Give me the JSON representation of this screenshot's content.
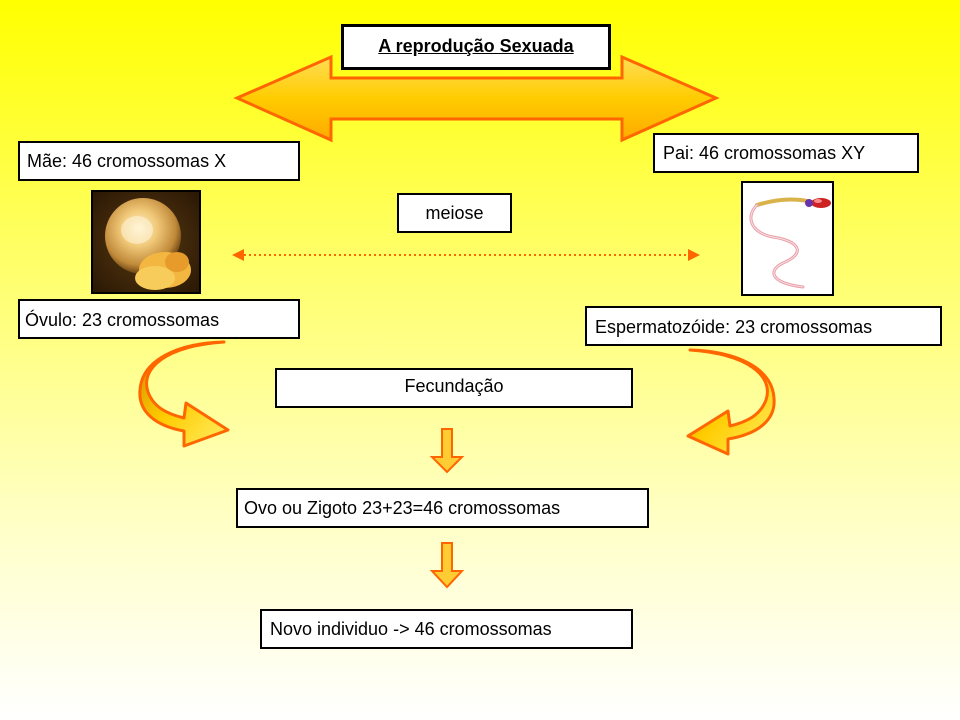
{
  "title": "A reprodução Sexuada",
  "mae": "Mãe: 46 cromossomas X",
  "pai": "Pai: 46 cromossomas XY",
  "meiose": "meiose",
  "ovulo": "Óvulo: 23 cromossomas",
  "espermatozoide": "Espermatozóide:  23 cromossomas",
  "fecundacao": "Fecundação",
  "zigoto": "Ovo ou Zigoto 23+23=46 cromossomas",
  "novo_individuo": "Novo individuo -> 46 cromossomas",
  "colors": {
    "arrow_fill": "#ffcc33",
    "arrow_stroke": "#ff6600",
    "box_border": "#000000"
  }
}
